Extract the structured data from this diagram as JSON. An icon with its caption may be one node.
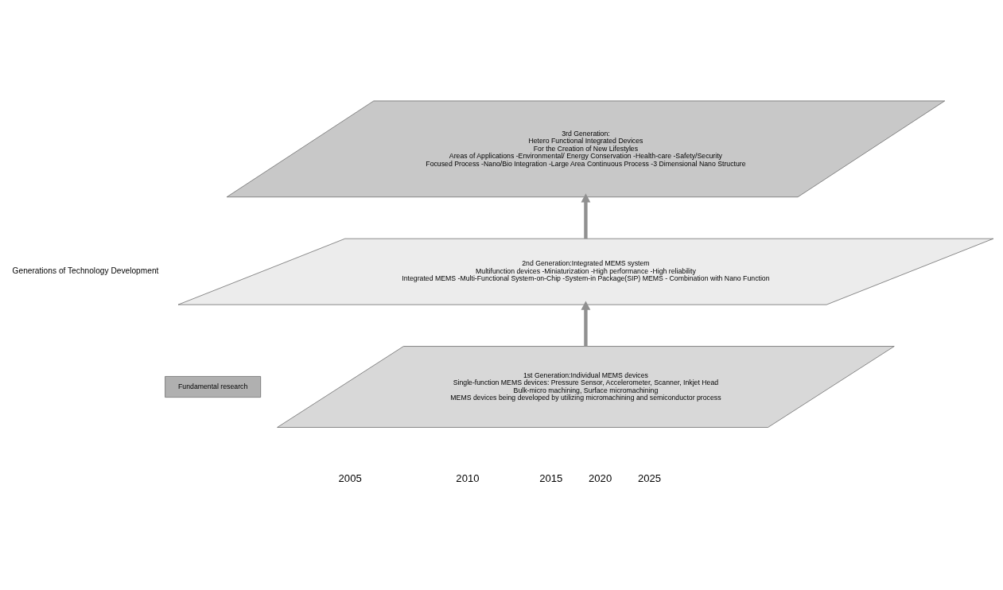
{
  "diagram": {
    "nodes": [
      {
        "text": [
          "3rd Generation:",
          "Hetero Functional Integrated Devices",
          "For the Creation of New Lifestyles",
          "Areas of Applications -Environmental/ Energy Conservation -Health-care -Safety/Security",
          "Focused Process -Nano/Bio Integration -Large Area Continuous Process -3 Dimensional Nano Structure"
        ]
      },
      {
        "text": [
          "2nd Generation:Integrated MEMS system",
          "Multifunction devices -Miniaturization -High performance -High reliability",
          "Integrated MEMS -Multi-Functional System-on-Chip -System-in Package(SIP) MEMS - Combination with Nano Function"
        ]
      },
      {
        "text": [
          "1st Generation:Individual MEMS devices",
          "Single-function MEMS devices: Pressure Sensor, Accelerometer, Scanner, Inkjet Head",
          "Bulk-micro machining, Surface micromachining",
          "MEMS devices being developed by utilizing micromachining and semiconductor process"
        ]
      },
      {
        "text": [
          "Fundamental research"
        ]
      }
    ],
    "edges": [
      {
        "from": 2,
        "to": 1,
        "arrow": "to"
      },
      {
        "from": 1,
        "to": 0,
        "arrow": "to"
      }
    ],
    "labels": [
      "Generations of Technology Development",
      "2005",
      "2010",
      "2015",
      "2020",
      "2025"
    ]
  }
}
